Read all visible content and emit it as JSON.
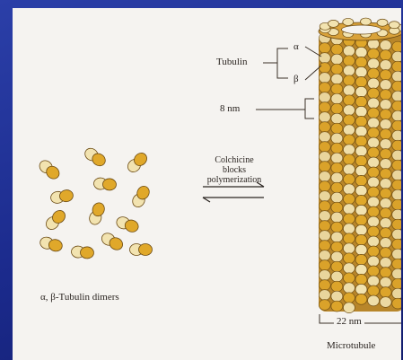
{
  "labels": {
    "tubulin": "Tubulin",
    "alpha": "α",
    "beta": "β",
    "eight_nm": "8 nm",
    "colchicine_line1": "Colchicine",
    "colchicine_line2": "blocks",
    "colchicine_line3": "polymerization",
    "dimers": "α, β-Tubulin dimers",
    "twentytwo_nm": "22 nm",
    "microtubule": "Microtubule"
  },
  "colors": {
    "alpha_subunit": "#f2e3b0",
    "beta_subunit": "#e0a82a",
    "outline": "#6b4a12",
    "background": "#f5f3f0",
    "frame": "#1b2a8c"
  }
}
